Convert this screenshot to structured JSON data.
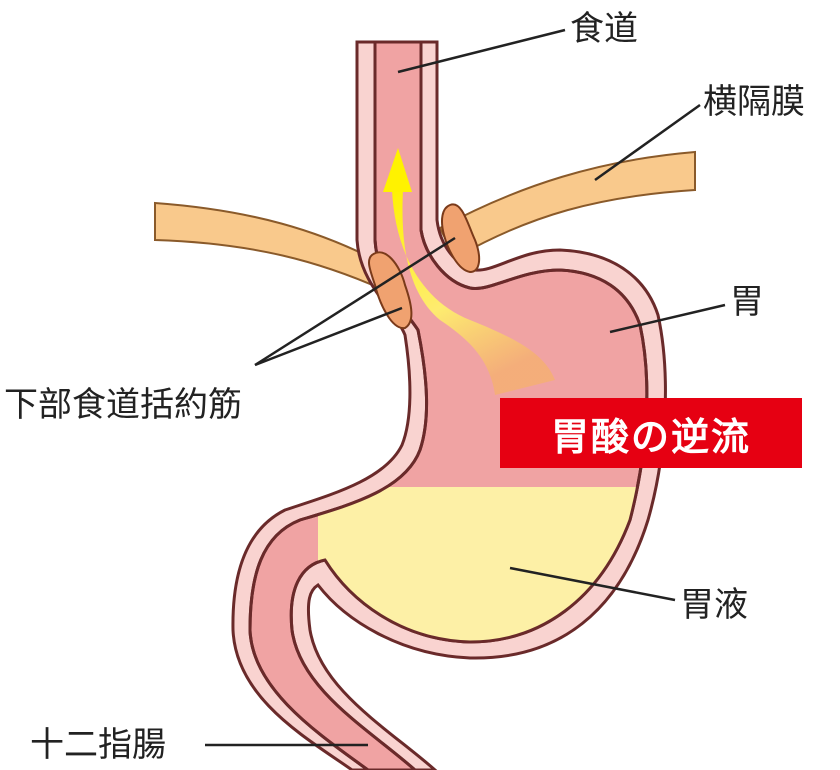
{
  "title": "胃食道逆流の図",
  "labels": {
    "esophagus": "食道",
    "diaphragm": "横隔膜",
    "stomach": "胃",
    "les": "下部食道括約筋",
    "gastric_juice": "胃液",
    "duodenum": "十二指腸"
  },
  "banner": "胃酸の逆流",
  "colors": {
    "wall": "#f9d3d0",
    "lumen": "#f0a3a3",
    "juice": "#fdf0a6",
    "diaphragm": "#f9c98c",
    "sphincter": "#f0a270",
    "banner": "#e60012",
    "reflux": "#fff200"
  }
}
